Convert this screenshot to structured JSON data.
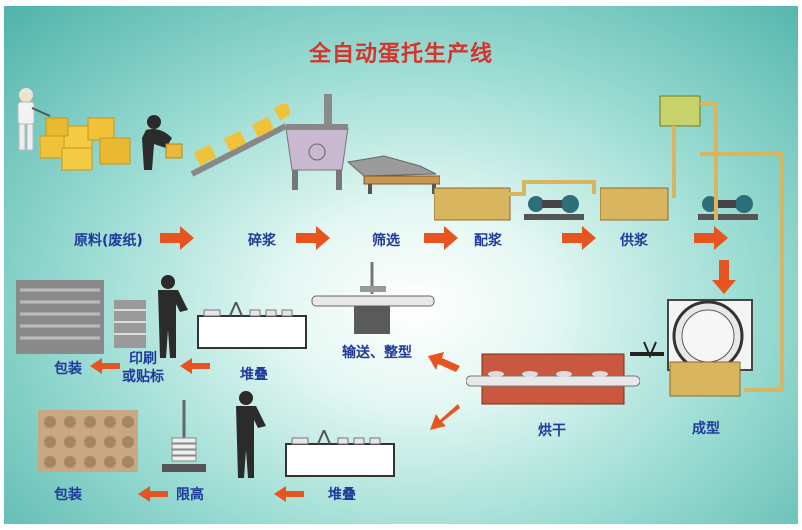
{
  "title": "全自动蛋托生产线",
  "steps": {
    "raw": "原料(废纸)",
    "crush": "碎浆",
    "screen": "筛选",
    "mix": "配浆",
    "supply": "供浆",
    "form": "成型",
    "dry": "烘干",
    "convey": "输送、整型",
    "stack1": "堆叠",
    "print1": "印刷",
    "print2": "或贴标",
    "pack1": "包装",
    "stack2": "堆叠",
    "limit": "限高",
    "pack2": "包装"
  },
  "colors": {
    "title": "#d3342b",
    "label": "#1f3a9a",
    "arrow": "#e8541f",
    "pulp": "#d9b560",
    "belt": "#c8583f"
  }
}
